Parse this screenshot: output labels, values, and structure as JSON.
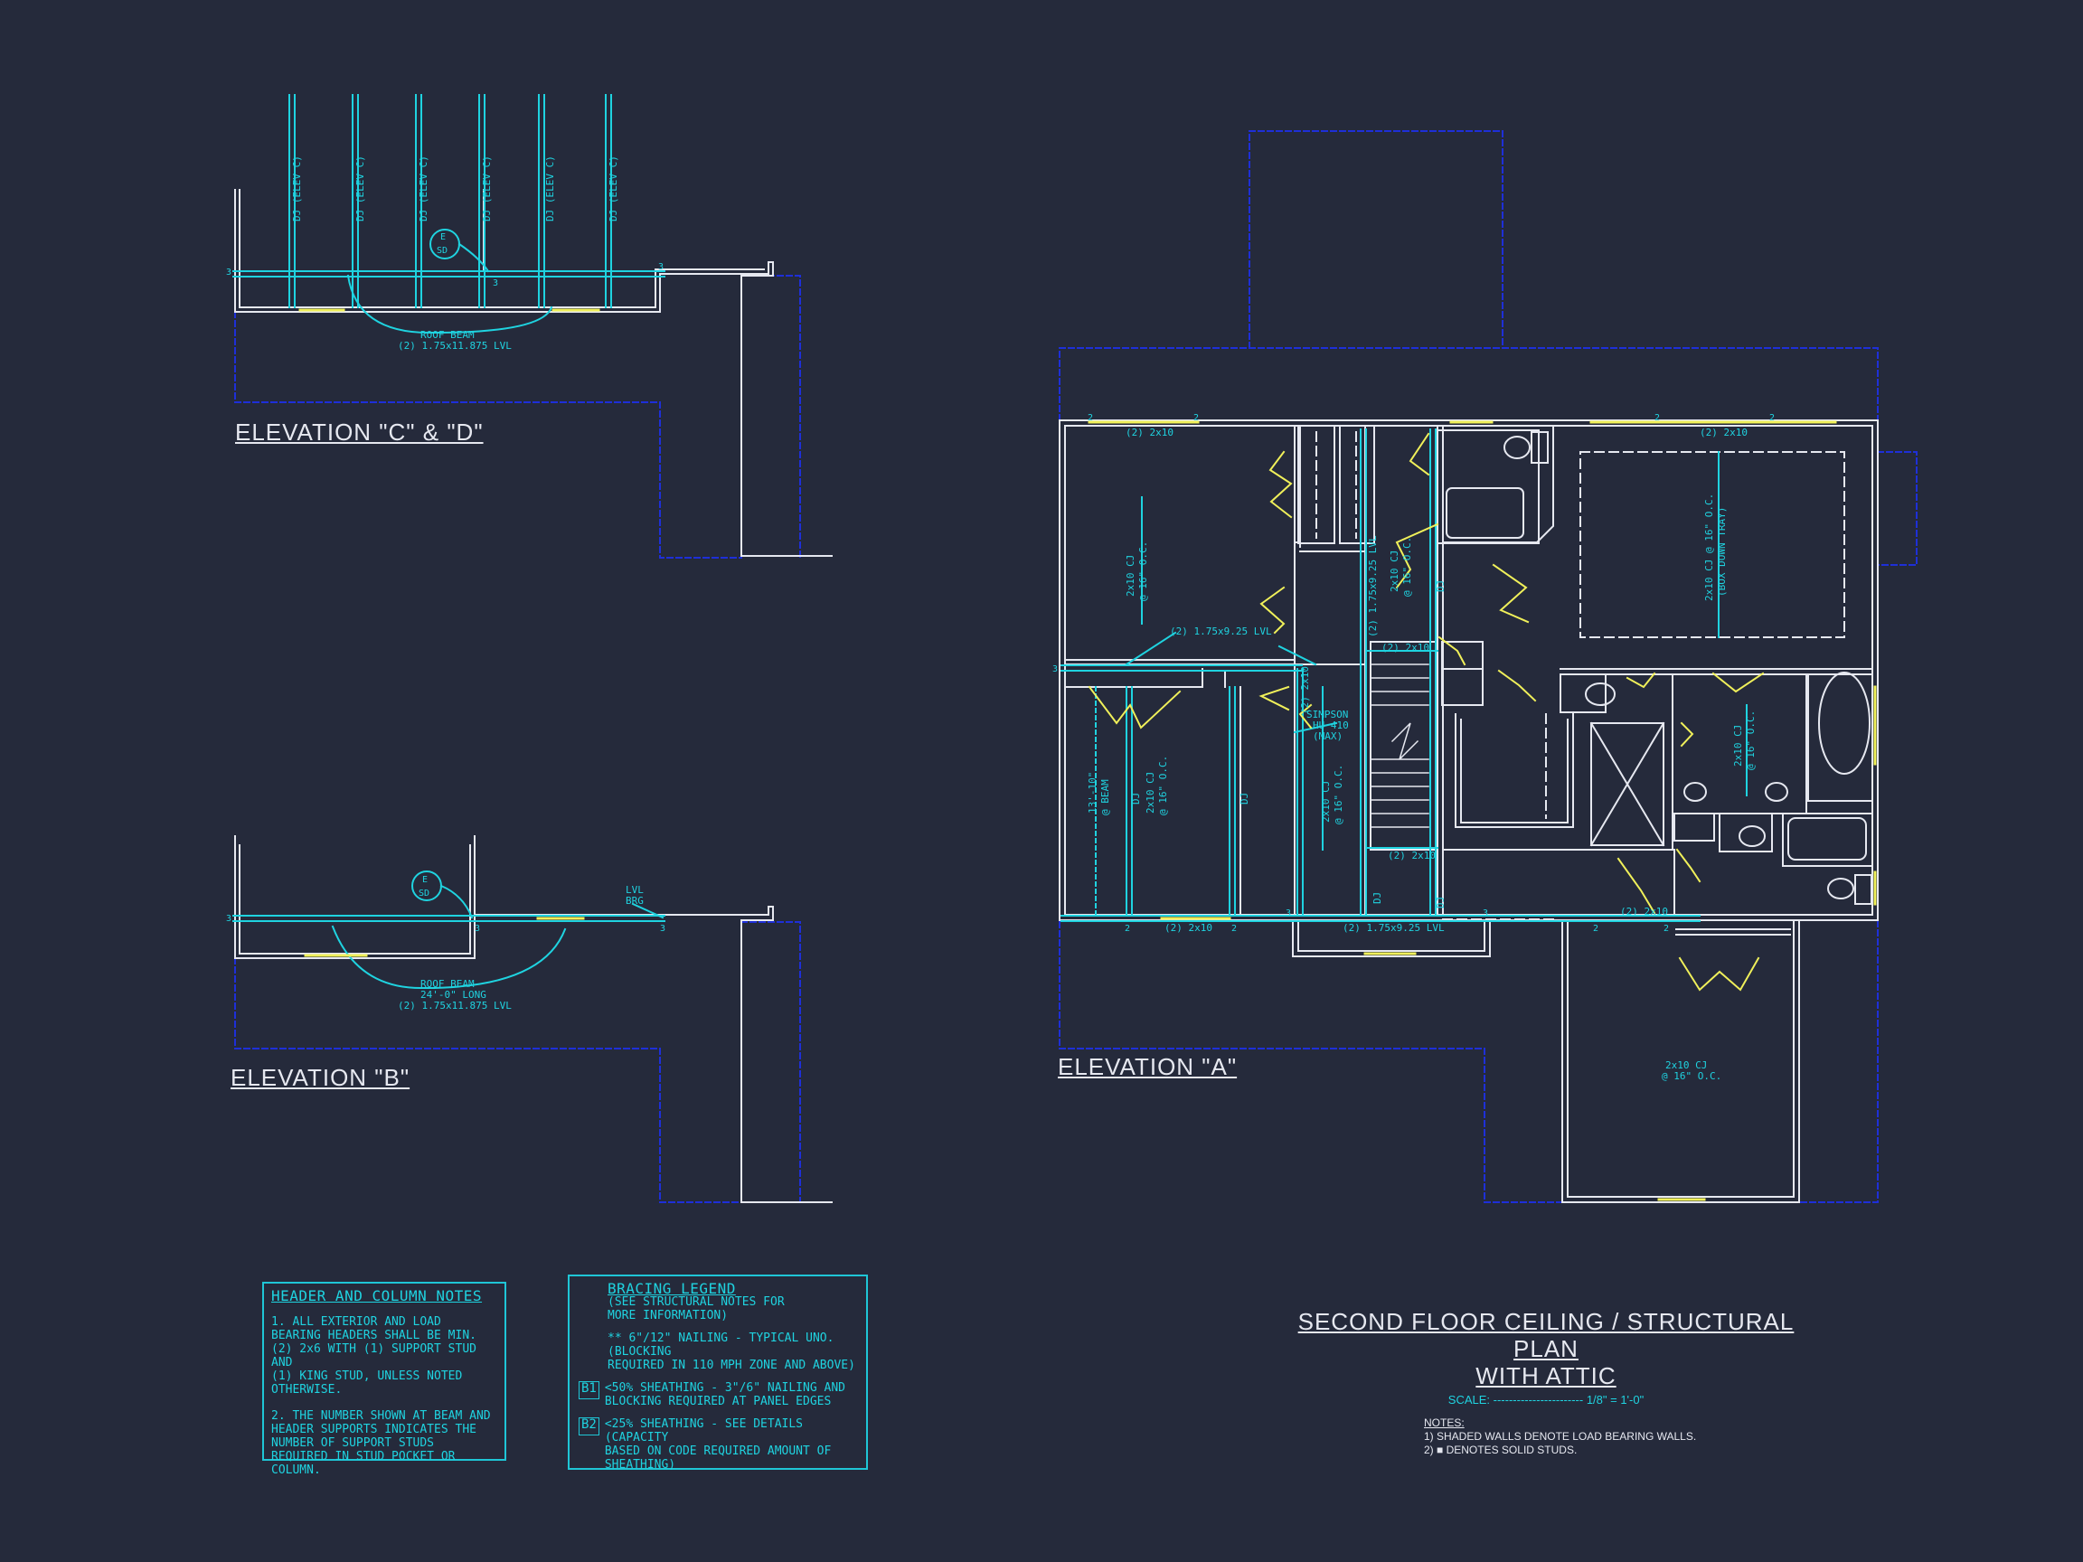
{
  "elevations": {
    "cd": "ELEVATION \"C\" & \"D\"",
    "b": "ELEVATION \"B\"",
    "a": "ELEVATION \"A\""
  },
  "labels": {
    "dj": "DJ (ELEV C)",
    "e": "E",
    "sd": "SD",
    "roof_beam_cd": [
      "ROOF BEAM",
      "(2) 1.75x11.875 LVL"
    ],
    "roof_beam_b": [
      "ROOF BEAM",
      "24'-0\" LONG",
      "(2) 1.75x11.875 LVL"
    ],
    "lvl_brg": [
      "LVL",
      "BRG"
    ],
    "num_3": "3",
    "num_2": "2",
    "two_2x10": "(2) 2x10",
    "lvl_925": "(2) 1.75x9.25 LVL",
    "cj_room1": [
      "2x10 CJ",
      "@ 16\" O.C."
    ],
    "cj_master": [
      "2x10 CJ @ 16\" O.C.",
      "(BOX DOWN TRAY)"
    ],
    "cj_bath": [
      "2x10 CJ",
      "@ 16\" O.C."
    ],
    "cj_room2": [
      "2x10 CJ",
      "@ 16\" O.C."
    ],
    "cj_hall": [
      "2x10 CJ",
      "@ 16\" O.C."
    ],
    "cj_bottom": [
      "2x10 CJ",
      "@ 16\" O.C."
    ],
    "beam_13": [
      "13'-10\"",
      "@ BEAM"
    ],
    "simpson": [
      "SIMPSON",
      "HU 410",
      "(MAX)"
    ],
    "dj_short": "DJ",
    "lvl_v": "(2) 1.75x9.25 LVL",
    "cj_v": [
      "2x10 CJ",
      "@ 16\" O.C."
    ],
    "v2x10": "(2) 2x10"
  },
  "header_notes": {
    "title": "HEADER AND COLUMN NOTES",
    "p1": "1. ALL EXTERIOR AND LOAD\nBEARING HEADERS SHALL BE MIN.\n(2) 2x6 WITH (1) SUPPORT STUD AND\n(1) KING STUD, UNLESS NOTED\nOTHERWISE.",
    "p2": "2. THE NUMBER SHOWN AT BEAM AND\nHEADER SUPPORTS INDICATES THE\nNUMBER OF SUPPORT STUDS\nREQUIRED IN STUD POCKET OR\nCOLUMN."
  },
  "bracing": {
    "title": "BRACING LEGEND",
    "sub": "(SEE STRUCTURAL NOTES FOR\nMORE INFORMATION)",
    "line1": "** 6\"/12\" NAILING - TYPICAL UNO. (BLOCKING\nREQUIRED IN 110 MPH ZONE AND ABOVE)",
    "b1": "B1",
    "b1_text": "<50% SHEATHING - 3\"/6\" NAILING AND\nBLOCKING REQUIRED AT PANEL EDGES",
    "b2": "B2",
    "b2_text": "<25% SHEATHING - SEE DETAILS (CAPACITY\nBASED ON CODE REQUIRED AMOUNT OF\nSHEATHING)"
  },
  "plan_title": {
    "line1": "SECOND FLOOR CEILING / STRUCTURAL PLAN",
    "line2": "WITH ATTIC",
    "scale": "SCALE: ----------------------- 1/8\" = 1'-0\""
  },
  "notes": {
    "title": "NOTES:",
    "n1": "1) SHADED WALLS DENOTE LOAD BEARING WALLS.",
    "n2": "2) ■ DENOTES SOLID STUDS."
  },
  "colors": {
    "background": "#252a3b",
    "wall": "#e6e8f0",
    "cyan": "#1fd3e0",
    "yellow": "#f0f05a",
    "blue": "#1e2fd8"
  }
}
